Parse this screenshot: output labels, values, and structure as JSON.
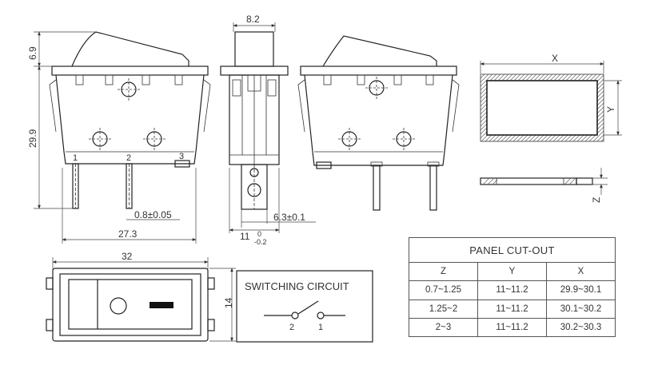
{
  "dimensions": {
    "width_8_2": "8.2",
    "height_6_9": "6.9",
    "height_29_9": "29.9",
    "pin_0_8": "0.8±0.05",
    "pitch_27_3": "27.3",
    "width_32": "32",
    "height_14": "14",
    "tab_6_3": "6.3±0.1",
    "width_11": "11",
    "tol_upper": "0",
    "tol_lower": "-0.2",
    "x_label": "X",
    "y_label": "Y",
    "z_label": "Z"
  },
  "terminals": [
    "1",
    "2",
    "3"
  ],
  "switching_circuit": {
    "title": "SWITCHING CIRCUIT",
    "left_label": "2",
    "right_label": "1"
  },
  "panel_cutout": {
    "title": "PANEL CUT-OUT",
    "headers": [
      "Z",
      "Y",
      "X"
    ],
    "rows": [
      [
        "0.7~1.25",
        "11~11.2",
        "29.9~30.1"
      ],
      [
        "1.25~2",
        "11~11.2",
        "30.1~30.2"
      ],
      [
        "2~3",
        "11~11.2",
        "30.2~30.3"
      ]
    ]
  }
}
